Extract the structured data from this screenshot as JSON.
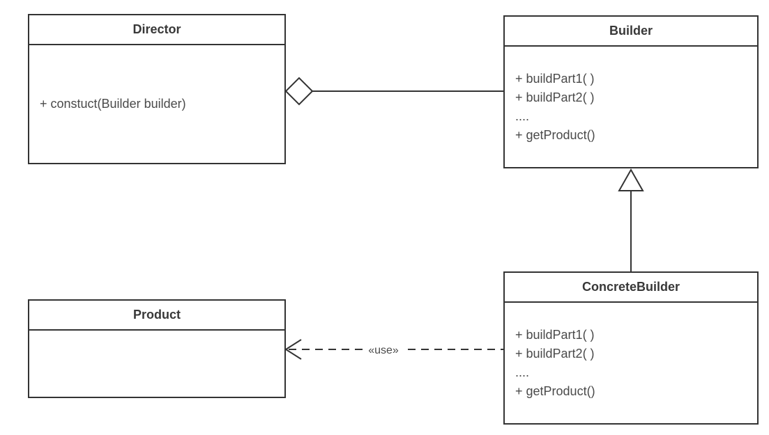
{
  "classes": {
    "director": {
      "name": "Director",
      "methods": [
        "+ constuct(Builder builder)"
      ]
    },
    "builder": {
      "name": "Builder",
      "methods": [
        "+ buildPart1( )",
        "+ buildPart2( )",
        "....",
        "+ getProduct()"
      ]
    },
    "concrete_builder": {
      "name": "ConcreteBuilder",
      "methods": [
        "+ buildPart1( )",
        "+ buildPart2( )",
        "....",
        "+ getProduct()"
      ]
    },
    "product": {
      "name": "Product",
      "methods": []
    }
  },
  "relationships": {
    "aggregation": {
      "type": "aggregation",
      "from": "Director",
      "to": "Builder"
    },
    "generalization": {
      "type": "generalization",
      "from": "ConcreteBuilder",
      "to": "Builder"
    },
    "dependency": {
      "type": "dependency",
      "from": "ConcreteBuilder",
      "to": "Product",
      "label": "«use»"
    }
  },
  "colors": {
    "stroke": "#333333",
    "title_text": "#383838",
    "method_text": "#4a4a4a",
    "background": "#ffffff"
  }
}
